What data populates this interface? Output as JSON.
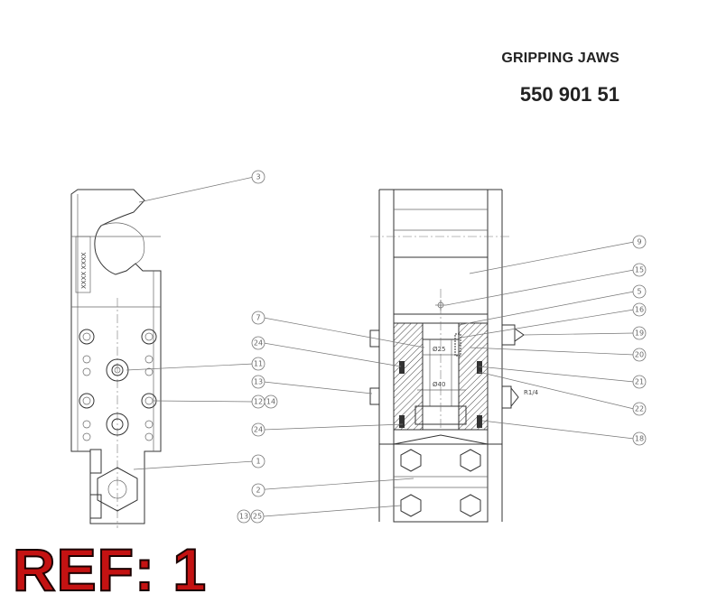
{
  "header": {
    "title": "GRIPPING JAWS",
    "part_number": "550 901 51"
  },
  "reference": "REF: 1",
  "dimensions": {
    "bore_small": "Ø25",
    "bore_large": "Ø40",
    "thread": "R1/4"
  },
  "side_marking": "XXXX XXXX",
  "callouts": {
    "c3": "3",
    "c9": "9",
    "c15": "15",
    "c5": "5",
    "c7": "7",
    "c16": "16",
    "c19": "19",
    "c20": "20",
    "c24a": "24",
    "c11": "11",
    "c21": "21",
    "c13": "13",
    "c12": "12",
    "c14": "14",
    "c22": "22",
    "c24b": "24",
    "c18": "18",
    "c1": "1",
    "c2": "2",
    "c13b": "13",
    "c25": "25"
  },
  "colors": {
    "ref_red": "#c41212",
    "line": "#333333"
  }
}
